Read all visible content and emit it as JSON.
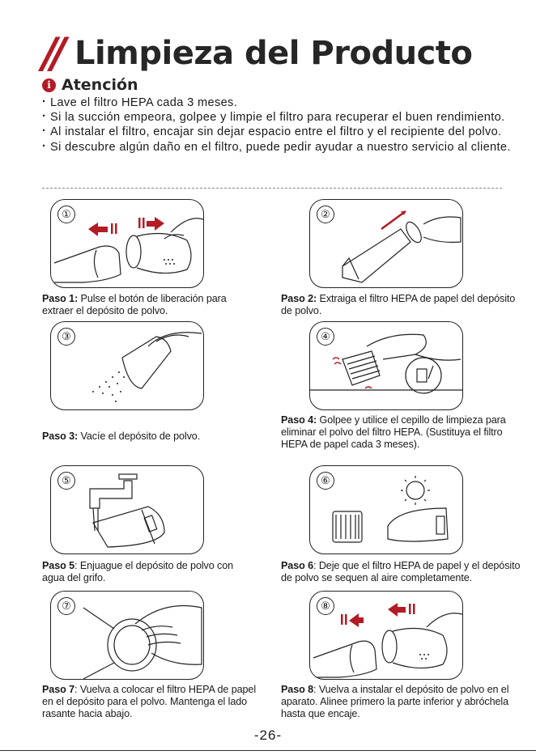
{
  "header": {
    "title": "Limpieza del Producto",
    "mark": "//"
  },
  "attention": {
    "icon": "info-icon",
    "label": "Atención"
  },
  "notes": [
    "Lave el filtro HEPA cada 3 meses.",
    "Si la succión empeora, golpee y limpie el filtro para recuperar el buen rendimiento.",
    "Al instalar el filtro, encajar sin dejar espacio entre el filtro y el recipiente del polvo.",
    "Si descubre algún daño en el filtro, puede pedir ayudar a nuestro servicio al cliente."
  ],
  "steps": [
    {
      "number": "①",
      "label": "Paso 1:",
      "text": "Pulse el botón de liberación para extraer el depósito de polvo."
    },
    {
      "number": "②",
      "label": "Paso 2:",
      "text": "Extraiga el filtro HEPA de papel del depósito de polvo."
    },
    {
      "number": "③",
      "label": "Paso 3:",
      "text": "Vacíe el depósito de polvo."
    },
    {
      "number": "④",
      "label": "Paso 4:",
      "text": "Golpee y utilice el cepillo de limpieza para eliminar el polvo del filtro HEPA. (Sustituya el filtro HEPA de papel cada 3 meses)."
    },
    {
      "number": "⑤",
      "label": "Paso 5",
      "text": ": Enjuague el depósito de polvo con agua del grifo."
    },
    {
      "number": "⑥",
      "label": "Paso 6",
      "text": ": Deje que el filtro HEPA de papel y el depósito de polvo se sequen al aire completamente."
    },
    {
      "number": "⑦",
      "label": "Paso 7",
      "text": ": Vuelva a colocar el filtro HEPA de papel en el depósito para el polvo. Mantenga el lado rasante hacia abajo."
    },
    {
      "number": "⑧",
      "label": "Paso 8",
      "text": ": Vuelva a instalar el depósito de polvo en el aparato. Alinee primero la parte inferior y abróchela hasta que encaje."
    }
  ],
  "colors": {
    "accent": "#b31b25",
    "text": "#1a1a1a"
  },
  "footer": {
    "page_number": "-26-"
  }
}
